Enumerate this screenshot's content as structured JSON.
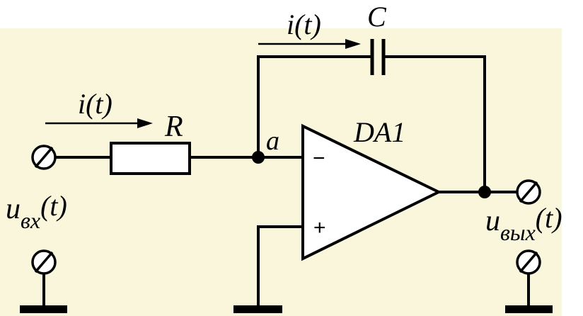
{
  "diagram": {
    "colors": {
      "background": "#f9f6dc",
      "ink": "#000000",
      "page": "#ffffff"
    },
    "labels": {
      "current_input": "i(t)",
      "current_feedback": "i(t)",
      "resistor": "R",
      "capacitor": "C",
      "opamp": "DA1",
      "node": "a",
      "minus": "−",
      "plus": "+",
      "u_in_main": "u",
      "u_in_sub": "вх",
      "u_in_arg": "(t)",
      "u_out_main": "u",
      "u_out_sub": "вых",
      "u_out_arg": "(t)"
    }
  }
}
